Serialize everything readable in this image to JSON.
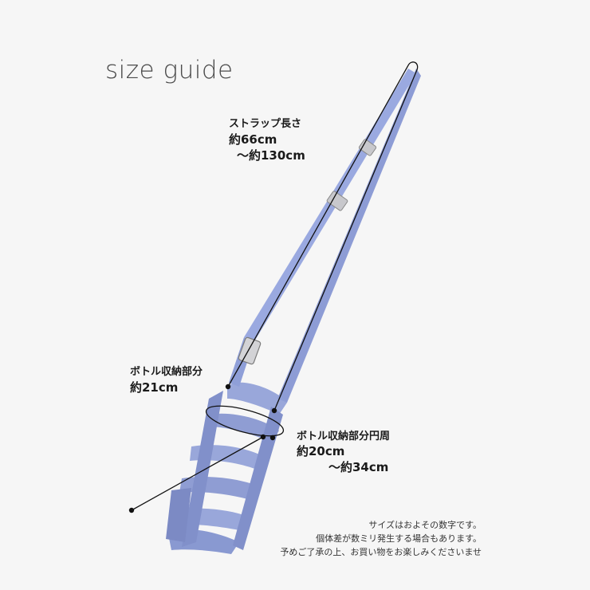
{
  "title": "size guide",
  "strap": {
    "label": "ストラップ長さ",
    "value_min": "約66cm",
    "value_max": "～約130cm"
  },
  "bottle": {
    "label": "ボトル収納部分",
    "value": "約21cm"
  },
  "circumference": {
    "label": "ボトル収納部分円周",
    "value_min": "約20cm",
    "value_max": "～約34cm"
  },
  "notes": [
    "サイズはおよその数字です。",
    "個体差が数ミリ発生する場合もあります。",
    "予めご了承の上、お買い物をお楽しみくださいませ"
  ],
  "colors": {
    "strap": "#8f9fd8",
    "strap_dark": "#6f7fbf",
    "buckle": "#d0d0d0",
    "line": "#111111",
    "background": "#f6f6f6"
  }
}
